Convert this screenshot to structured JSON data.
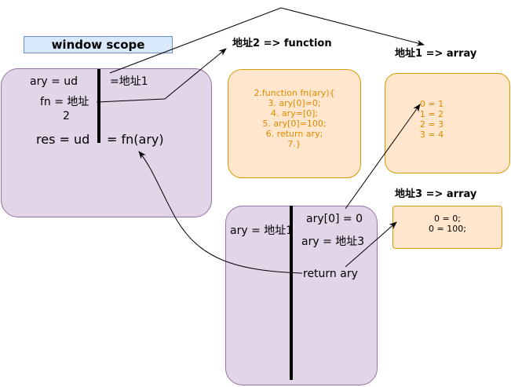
{
  "window_scope": {
    "label": "window scope",
    "ary_decl": "ary  =  ud",
    "ary_value": "=地址1",
    "fn_decl": "fn  =  地址",
    "fn_decl_num": "2",
    "res_decl": "res = ud",
    "res_value": "= fn(ary)"
  },
  "function_heap": {
    "title": "地址2 => function",
    "lines": [
      "2.function fn(ary){",
      "3. ary[0]=0;",
      "4. ary=[0];",
      "5. ary[0]=100;",
      "6. return ary;",
      "7.}"
    ]
  },
  "array1_heap": {
    "title": "地址1 => array",
    "lines": [
      "0 = 1",
      "1 = 2",
      "2 = 3",
      "3 = 4"
    ]
  },
  "array3_heap": {
    "title": "地址3 => array",
    "lines": [
      "0 = 0;",
      "0 = 100;"
    ]
  },
  "execution_scope": {
    "param": "ary = 地址1",
    "stmt1": "ary[0] = 0",
    "stmt2": "ary = 地址3",
    "stmt3": "return ary"
  },
  "colors": {
    "scope_fill": "#e1d5e7",
    "scope_stroke": "#9673a6",
    "heap_fill": "#ffe6cc",
    "heap_stroke": "#d79b00",
    "label_fill": "#dae8fc",
    "label_stroke": "#6c8ebf",
    "code_text": "#e08a00"
  }
}
